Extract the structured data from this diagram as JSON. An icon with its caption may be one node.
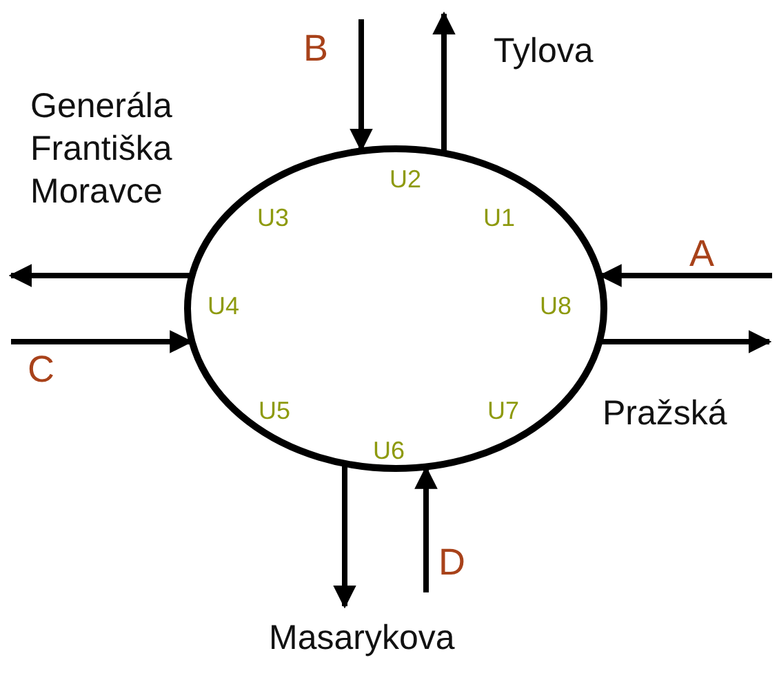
{
  "diagram": {
    "nodes": [
      {
        "text": [
          "U2",
          "U3",
          "U1",
          "U4",
          "U8",
          "U5",
          "U7",
          "U6"
        ]
      },
      {
        "text": [
          "B"
        ]
      },
      {
        "text": [
          "Tylova"
        ]
      },
      {
        "text": [
          "Generála Františka Moravce"
        ]
      },
      {
        "text": [
          "A"
        ]
      },
      {
        "text": [
          "C"
        ]
      },
      {
        "text": [
          "Pražská"
        ]
      },
      {
        "text": [
          "D"
        ]
      },
      {
        "text": [
          "Masarykova"
        ]
      }
    ],
    "edges": [
      {
        "from": 1,
        "to": 0,
        "arrow": "to"
      },
      {
        "from": 0,
        "to": 2,
        "arrow": "to"
      },
      {
        "from": 4,
        "to": 0,
        "arrow": "to"
      },
      {
        "from": 0,
        "to": 6,
        "arrow": "to"
      },
      {
        "from": 0,
        "to": 3,
        "arrow": "to"
      },
      {
        "from": 5,
        "to": 0,
        "arrow": "to"
      },
      {
        "from": 0,
        "to": 8,
        "arrow": "to"
      },
      {
        "from": 7,
        "to": 0,
        "arrow": "to"
      }
    ]
  }
}
